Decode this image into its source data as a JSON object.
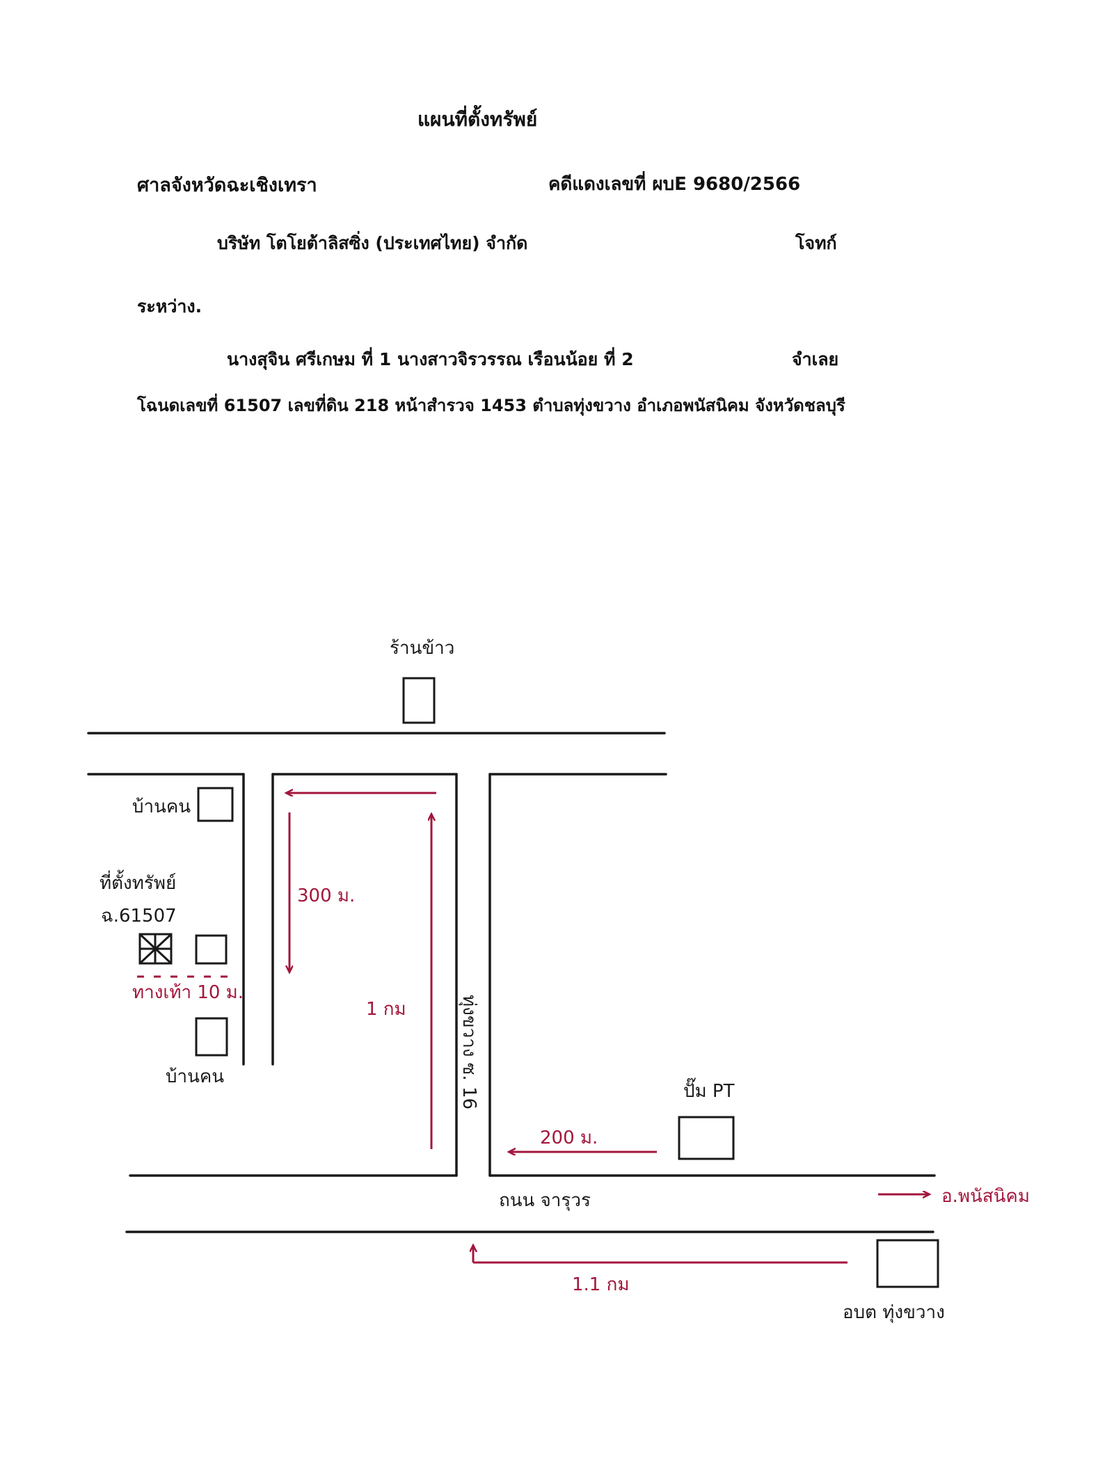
{
  "document": {
    "title": "แผนที่ตั้งทรัพย์",
    "court": "ศาลจังหวัดฉะเชิงเทรา",
    "case_number": "คดีแดงเลขที่ ผบE 9680/2566",
    "plaintiff": "บริษัท โตโยต้าลิสซิ่ง (ประเทศไทย) จำกัด",
    "plaintiff_role": "โจทก์",
    "between": "ระหว่าง.",
    "defendants": "นางสุจิน  ศรีเกษม  ที่ 1  นางสาวจิรวรรณ  เรือนน้อย  ที่ 2",
    "defendant_role": "จำเลย",
    "deed_info": "โฉนดเลขที่ 61507  เลขที่ดิน 218  หน้าสำรวจ  1453  ตำบลทุ่งขวาง  อำเภอพนัสนิคม  จังหวัดชลบุรี"
  },
  "map": {
    "labels": {
      "rice_shop": "ร้านข้าว",
      "house_top": "บ้านคน",
      "property": "ที่ตั้งทรัพย์",
      "deed_short": "ฉ.61507",
      "path_width": "ทางเท้า 10 ม.",
      "house_bottom": "บ้านคน",
      "dist_300": "300 ม.",
      "dist_1km": "1 กม",
      "soi_name": "ทุ่งขวาง ซ. 16",
      "gas_station": "ปั๊ม PT",
      "dist_200": "200 ม.",
      "main_road": "ถนน จารุวร",
      "to_district": "อ.พนัสนิคม",
      "dist_1_1km": "1.1 กม",
      "tambon_office": "อบต ทุ่งขวาง"
    },
    "colors": {
      "ink_black": "#1a1a1a",
      "ink_red": "#a3163c"
    }
  }
}
